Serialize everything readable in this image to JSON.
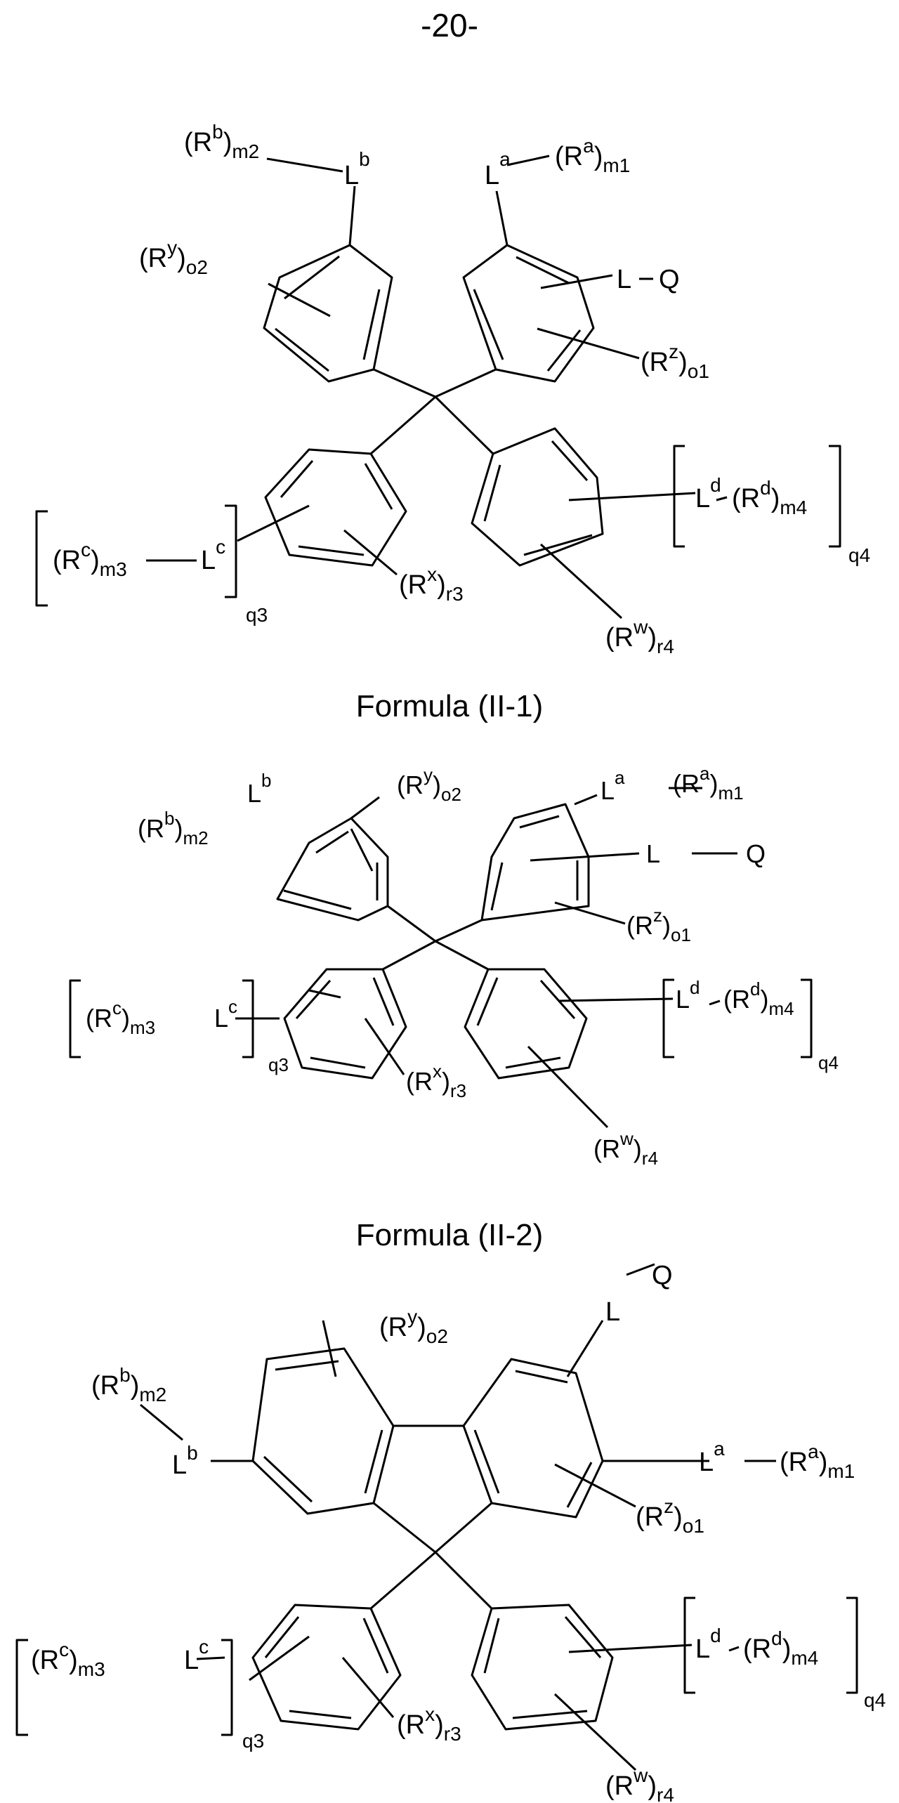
{
  "page": {
    "number": "-20-"
  },
  "formulas": [
    {
      "caption": "Formula (II-1)",
      "labels": {
        "rb": "(R",
        "rb_sup": "b",
        "rb_sub": "m2",
        "lb": "L",
        "lb_sup": "b",
        "la": "L",
        "la_sup": "a",
        "ra": "(R",
        "ra_sup": "a",
        "ra_sub": "m1",
        "ry": "(R",
        "ry_sup": "y",
        "ry_sub": "o2",
        "lq": "L",
        "q": "Q",
        "rz": "(R",
        "rz_sup": "z",
        "rz_sub": "o1",
        "rc": "(R",
        "rc_sup": "c",
        "rc_sub": "m3",
        "lc": "L",
        "lc_sup": "c",
        "q3": "q3",
        "rx": "(R",
        "rx_sup": "x",
        "rx_sub": "r3",
        "ld": "L",
        "ld_sup": "d",
        "rd": "(R",
        "rd_sup": "d",
        "rd_sub": "m4",
        "q4": "q4",
        "rw": "(R",
        "rw_sup": "w",
        "rw_sub": "r4"
      }
    },
    {
      "caption": "Formula (II-2)",
      "labels": {
        "rb": "(R",
        "rb_sup": "b",
        "rb_sub": "m2",
        "lb": "L",
        "lb_sup": "b",
        "la": "L",
        "la_sup": "a",
        "ra": "(R",
        "ra_sup": "a",
        "ra_sub": "m1",
        "ry": "(R",
        "ry_sup": "y",
        "ry_sub": "o2",
        "lq": "L",
        "q": "Q",
        "rz": "(R",
        "rz_sup": "z",
        "rz_sub": "o1",
        "rc": "(R",
        "rc_sup": "c",
        "rc_sub": "m3",
        "lc": "L",
        "lc_sup": "c",
        "q3": "q3",
        "rx": "(R",
        "rx_sup": "x",
        "rx_sub": "r3",
        "ld": "L",
        "ld_sup": "d",
        "rd": "(R",
        "rd_sup": "d",
        "rd_sub": "m4",
        "q4": "q4",
        "rw": "(R",
        "rw_sup": "w",
        "rw_sub": "r4"
      }
    },
    {
      "caption": "",
      "labels": {
        "rb": "(R",
        "rb_sup": "b",
        "rb_sub": "m2",
        "lb": "L",
        "lb_sup": "b",
        "la": "L",
        "la_sup": "a",
        "ra": "(R",
        "ra_sup": "a",
        "ra_sub": "m1",
        "ry": "(R",
        "ry_sup": "y",
        "ry_sub": "o2",
        "lq": "L",
        "q": "Q",
        "rz": "(R",
        "rz_sup": "z",
        "rz_sub": "o1",
        "rc": "(R",
        "rc_sup": "c",
        "rc_sub": "m3",
        "lc": "L",
        "lc_sup": "c",
        "q3": "q3",
        "rx": "(R",
        "rx_sup": "x",
        "rx_sub": "r3",
        "ld": "L",
        "ld_sup": "d",
        "rd": "(R",
        "rd_sup": "d",
        "rd_sub": "m4",
        "q4": "q4",
        "rw": "(R",
        "rw_sup": "w",
        "rw_sub": "r4"
      }
    }
  ]
}
